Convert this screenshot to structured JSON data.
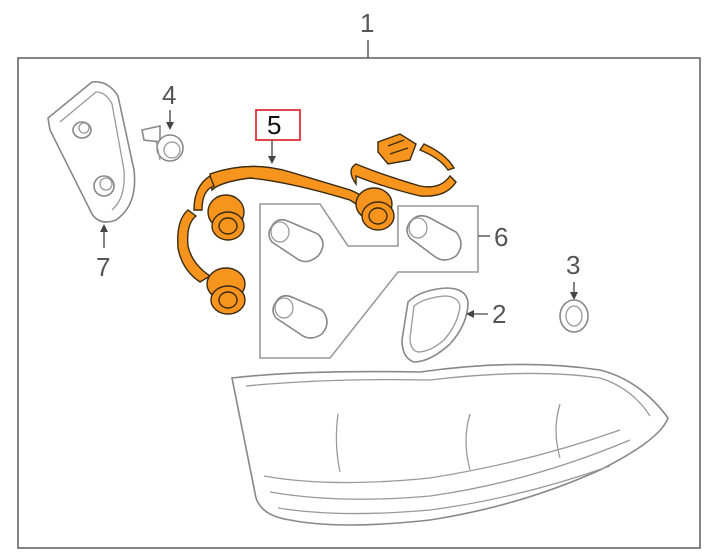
{
  "callouts": {
    "c1": "1",
    "c2": "2",
    "c3": "3",
    "c4": "4",
    "c5": "5",
    "c6": "6",
    "c7": "7"
  },
  "colors": {
    "harness": "#f7941d",
    "highlight_box": "#e0303a",
    "outline": "#888888"
  }
}
